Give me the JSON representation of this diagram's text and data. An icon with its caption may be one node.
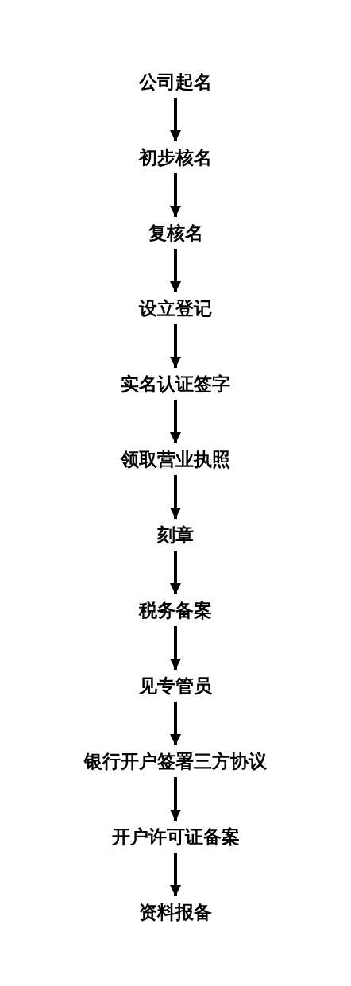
{
  "diagram": {
    "nodes": [
      {
        "text": [
          "公司起名"
        ]
      },
      {
        "text": [
          "初步核名"
        ]
      },
      {
        "text": [
          "复核名"
        ]
      },
      {
        "text": [
          "设立登记"
        ]
      },
      {
        "text": [
          "实名认证签字"
        ]
      },
      {
        "text": [
          "领取营业执照"
        ]
      },
      {
        "text": [
          "刻章"
        ]
      },
      {
        "text": [
          "税务备案"
        ]
      },
      {
        "text": [
          "见专管员"
        ]
      },
      {
        "text": [
          "银行开户签署三方协议"
        ]
      },
      {
        "text": [
          "开户许可证备案"
        ]
      },
      {
        "text": [
          "资料报备"
        ]
      }
    ],
    "edges": [
      {
        "from": 0,
        "to": 1,
        "arrow": "to"
      },
      {
        "from": 1,
        "to": 2,
        "arrow": "to"
      },
      {
        "from": 2,
        "to": 3,
        "arrow": "to"
      },
      {
        "from": 3,
        "to": 4,
        "arrow": "to"
      },
      {
        "from": 4,
        "to": 5,
        "arrow": "to"
      },
      {
        "from": 5,
        "to": 6,
        "arrow": "to"
      },
      {
        "from": 6,
        "to": 7,
        "arrow": "to"
      },
      {
        "from": 7,
        "to": 8,
        "arrow": "to"
      },
      {
        "from": 8,
        "to": 9,
        "arrow": "to"
      },
      {
        "from": 9,
        "to": 10,
        "arrow": "to"
      },
      {
        "from": 10,
        "to": 11,
        "arrow": "to"
      }
    ]
  }
}
